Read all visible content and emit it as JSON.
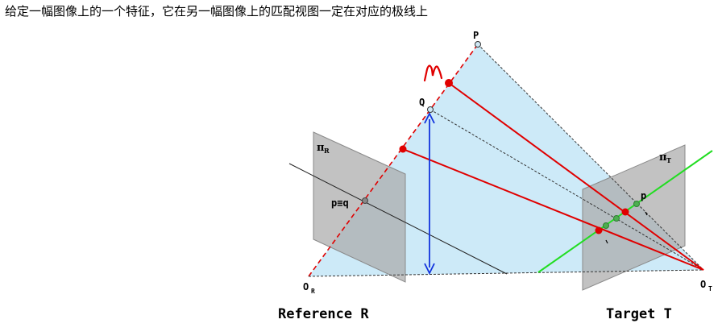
{
  "caption": "给定一幅图像上的一个特征，它在另一幅图像上的匹配视图一定在对应的极线上",
  "labels": {
    "P": "P",
    "Q": "Q",
    "pq": "p≡q",
    "O_R": "O",
    "O_R_sub": "R",
    "O_T": "O",
    "O_T_sub": "T",
    "pi_R": "π",
    "pi_R_sub": "R",
    "pi_T": "π",
    "pi_T_sub": "T",
    "target_p": "p",
    "reference_title": "Reference R",
    "target_title": "Target T"
  },
  "colors": {
    "sight_ray": "#e00000",
    "epipolar_line": "#22dd22",
    "depth_arrow": "#1133dd",
    "epipolar_plane": "#cdeaf8",
    "image_plane": "#a9a9a9"
  }
}
